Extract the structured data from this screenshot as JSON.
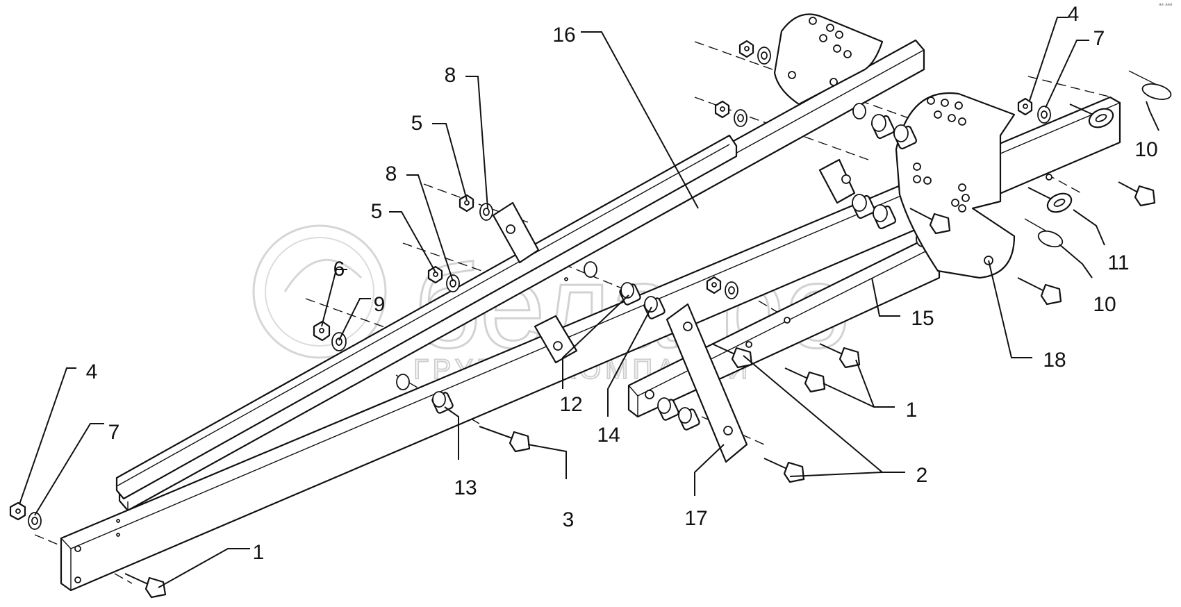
{
  "watermark": {
    "logo_text": "белагро",
    "sub_text": "ГРУППА КОМПАНИЙ"
  },
  "corner_mark": "ᵃᵃ ᵃᵃᵃ",
  "callouts": [
    {
      "id": "c16",
      "text": "16"
    },
    {
      "id": "c8a",
      "text": "8"
    },
    {
      "id": "c5a",
      "text": "5"
    },
    {
      "id": "c8b",
      "text": "8"
    },
    {
      "id": "c5b",
      "text": "5"
    },
    {
      "id": "c6",
      "text": "6"
    },
    {
      "id": "c9",
      "text": "9"
    },
    {
      "id": "c4a",
      "text": "4"
    },
    {
      "id": "c7a",
      "text": "7"
    },
    {
      "id": "c1a",
      "text": "1"
    },
    {
      "id": "c13",
      "text": "13"
    },
    {
      "id": "c3",
      "text": "3"
    },
    {
      "id": "c12",
      "text": "12"
    },
    {
      "id": "c14",
      "text": "14"
    },
    {
      "id": "c17",
      "text": "17"
    },
    {
      "id": "c2",
      "text": "2"
    },
    {
      "id": "c1b",
      "text": "1"
    },
    {
      "id": "c15",
      "text": "15"
    },
    {
      "id": "c18",
      "text": "18"
    },
    {
      "id": "c10a",
      "text": "10"
    },
    {
      "id": "c11",
      "text": "11"
    },
    {
      "id": "c10b",
      "text": "10"
    },
    {
      "id": "c4b",
      "text": "4"
    },
    {
      "id": "c7b",
      "text": "7"
    }
  ]
}
